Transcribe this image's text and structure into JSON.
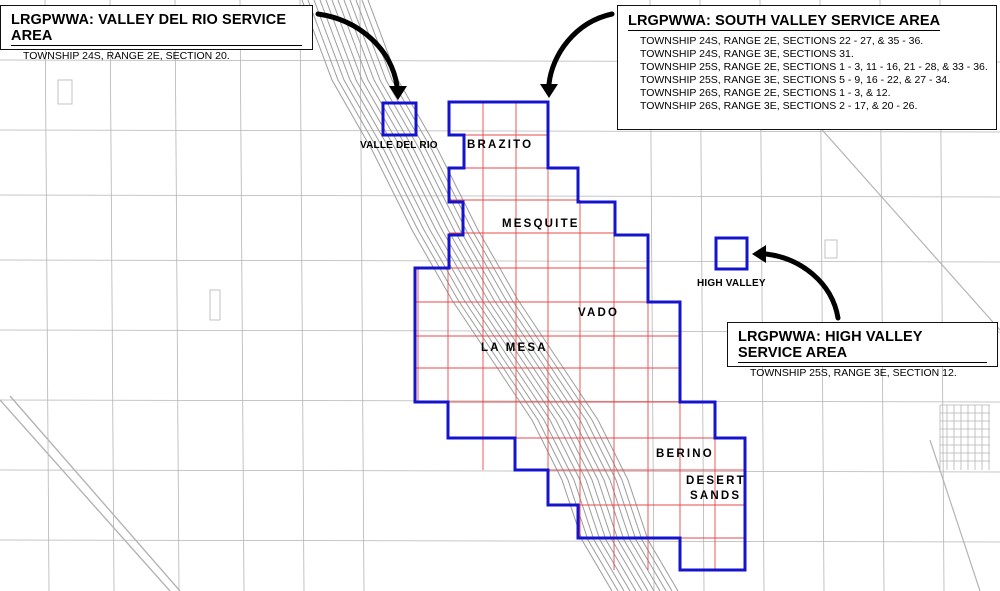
{
  "callouts": {
    "valley_del_rio": {
      "title": "LRGPWWA: VALLEY DEL RIO SERVICE AREA",
      "lines": [
        "TOWNSHIP 24S, RANGE 2E, SECTION 20."
      ]
    },
    "south_valley": {
      "title": "LRGPWWA: SOUTH VALLEY SERVICE AREA",
      "lines": [
        "TOWNSHIP 24S, RANGE 2E, SECTIONS 22 - 27, & 35 - 36.",
        "TOWNSHIP 24S, RANGE 3E, SECTIONS 31.",
        "TOWNSHIP 25S, RANGE 2E, SECTIONS 1 - 3, 11 - 16, 21 - 28, & 33 - 36.",
        "TOWNSHIP 25S, RANGE 3E, SECTIONS 5 - 9, 16 - 22, & 27 - 34.",
        "TOWNSHIP 26S, RANGE 2E, SECTIONS 1 - 3, & 12.",
        "TOWNSHIP 26S, RANGE 3E, SECTIONS 2 - 17, & 20 - 26."
      ]
    },
    "high_valley": {
      "title": "LRGPWWA: HIGH VALLEY SERVICE AREA",
      "lines": [
        "TOWNSHIP 25S, RANGE 3E, SECTION 12."
      ]
    }
  },
  "place_labels": {
    "valle_del_rio": "VALLE DEL RIO",
    "high_valley": "HIGH VALLEY",
    "brazito": "BRAZITO",
    "mesquite": "MESQUITE",
    "vado": "VADO",
    "la_mesa": "LA MESA",
    "berino": "BERINO",
    "desert": "DESERT",
    "sands": "SANDS"
  },
  "colors": {
    "boundary": "#1414cc",
    "section_grid": "#e84848",
    "roads": "#b4b4b4",
    "arrows": "#000000",
    "background": "#ffffff"
  }
}
